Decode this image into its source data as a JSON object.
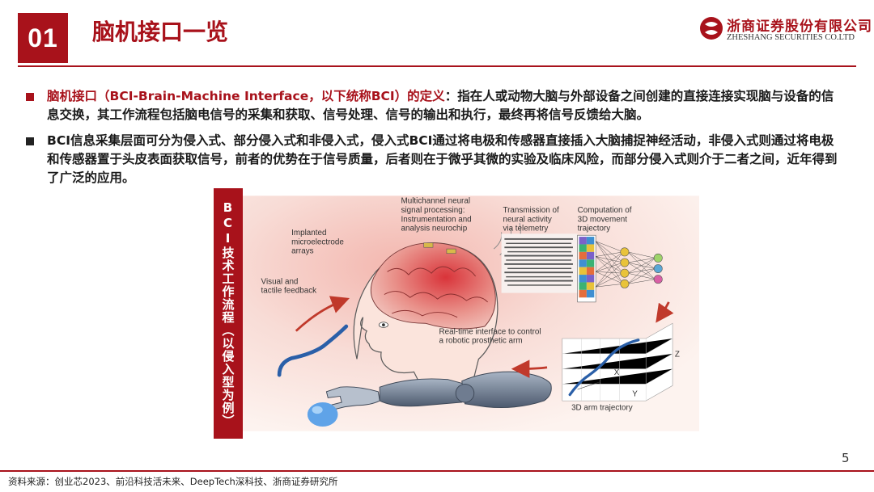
{
  "header": {
    "number": "01",
    "title": "脑机接口一览"
  },
  "logo": {
    "name_cn": "浙商证券股份有限公司",
    "name_en": "ZHESHANG SECURITIES CO.LTD"
  },
  "bullets": [
    {
      "highlight": "脑机接口（BCI-Brain-Machine Interface，以下统称BCI）的定义",
      "text": "：指在人或动物大脑与外部设备之间创建的直接连接实现脑与设备的信息交换，其工作流程包括脑电信号的采集和获取、信号处理、信号的输出和执行，最终再将信号反馈给大脑。"
    },
    {
      "highlight": "",
      "text": "BCI信息采集层面可分为侵入式、部分侵入式和非侵入式，侵入式BCI通过将电极和传感器直接插入大脑捕捉神经活动，非侵入式则通过将电极和传感器置于头皮表面获取信号，前者的优势在于信号质量，后者则在于微乎其微的实验及临床风险，而部分侵入式则介于二者之间，近年得到了广泛的应用。"
    }
  ],
  "figure": {
    "side_label": "BCI技术工作流程（以侵入型为例）",
    "labels": {
      "multichannel_1": "Multichannel neural",
      "multichannel_2": "signal processing:",
      "multichannel_3": "Instrumentation and",
      "multichannel_4": "analysis neurochip",
      "implanted_1": "Implanted",
      "implanted_2": "microelectrode",
      "implanted_3": "arrays",
      "transmission_1": "Transmission of",
      "transmission_2": "neural activity",
      "transmission_3": "via telemetry",
      "computation_1": "Computation of",
      "computation_2": "3D movement",
      "computation_3": "trajectory",
      "visual_1": "Visual and",
      "visual_2": "tactile feedback",
      "realtime_1": "Real-time interface to control",
      "realtime_2": "a robotic prosthetic arm",
      "axis_z": "Z",
      "axis_x": "X",
      "axis_y": "Y",
      "trajectory": "3D arm trajectory"
    }
  },
  "page_number": "5",
  "source": "资料来源：创业芯2023、前沿科技活未来、DeepTech深科技、浙商证券研究所",
  "colors": {
    "brand_red": "#a8121b",
    "text": "#1a1a1a"
  }
}
